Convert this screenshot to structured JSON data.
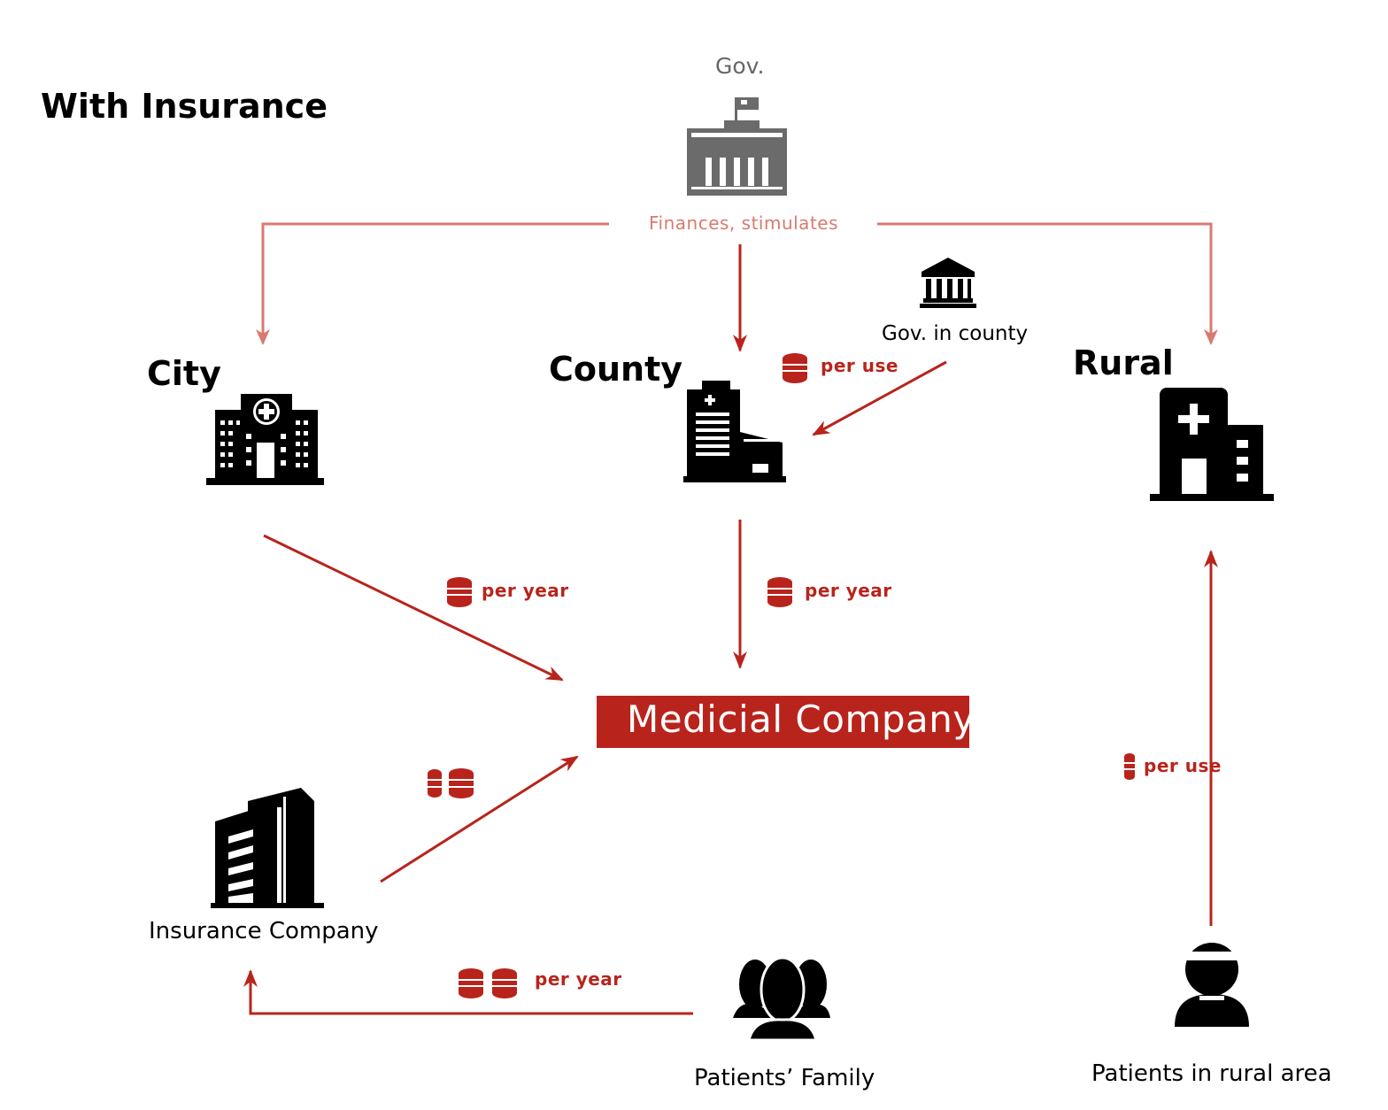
{
  "title": "With Insurance",
  "gov": {
    "label": "Gov.",
    "action": "Finances, stimulates"
  },
  "nodes": {
    "city": "City",
    "county": "County",
    "rural": "Rural",
    "gov_in_county": "Gov. in county",
    "medical_company": "Medicial Company",
    "insurance_company": "Insurance Company",
    "patients_family": "Patients’ Family",
    "patients_rural": "Patients in rural area"
  },
  "payments": {
    "gov_county_to_county": "per use",
    "city_to_medical": "per year",
    "county_to_medical": "per year",
    "rural_patients_to_rural": "per use",
    "family_to_insurance": "per year"
  },
  "colors": {
    "flow_red": "#b8241c",
    "gov_flow_pink": "#d97a70",
    "gov_icon_gray": "#6b6b6b",
    "icon_black": "#000000"
  }
}
